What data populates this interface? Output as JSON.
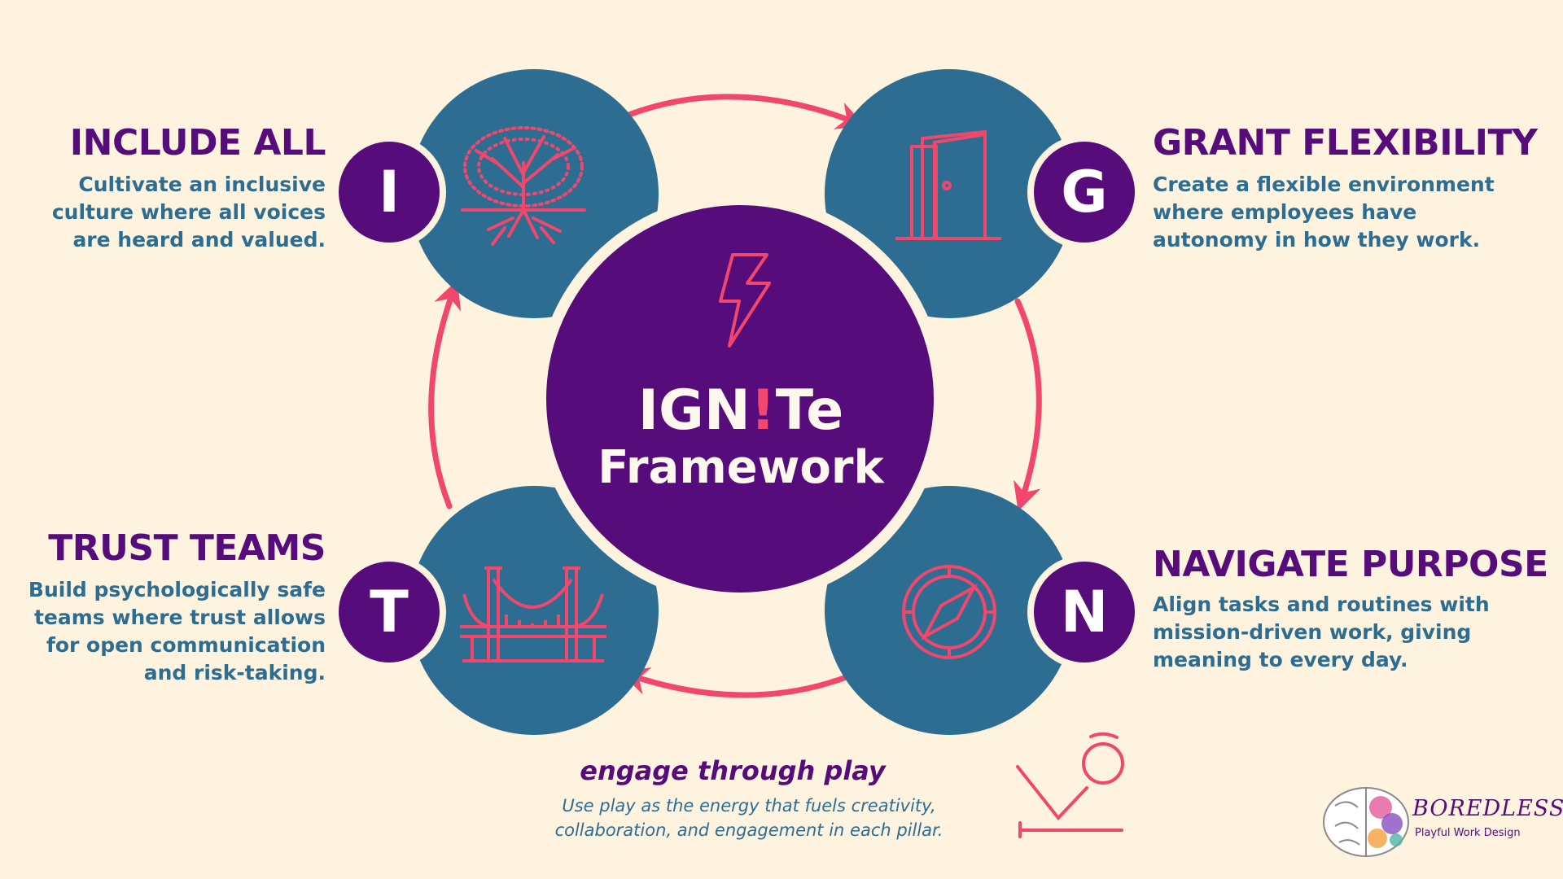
{
  "center": {
    "title_part1": "IGN",
    "title_bang": "!",
    "title_part2": "Te",
    "subtitle": "Framework"
  },
  "pillars": {
    "include": {
      "letter": "I",
      "title": "INCLUDE ALL",
      "desc": [
        "Cultivate an inclusive",
        "culture where all voices",
        "are heard and valued."
      ],
      "icon": "tree-icon"
    },
    "grant": {
      "letter": "G",
      "title": "GRANT FLEXIBILITY",
      "desc": [
        "Create a flexible environment",
        "where employees have",
        "autonomy in how they work."
      ],
      "icon": "door-icon"
    },
    "navigate": {
      "letter": "N",
      "title": "NAVIGATE PURPOSE",
      "desc": [
        "Align tasks and routines with",
        "mission-driven work, giving",
        "meaning to every day."
      ],
      "icon": "compass-icon"
    },
    "trust": {
      "letter": "T",
      "title": "TRUST TEAMS",
      "desc": [
        "Build psychologically safe",
        "teams where trust allows",
        "for open communication",
        "and risk-taking."
      ],
      "icon": "bridge-icon"
    }
  },
  "footer": {
    "title": "engage through play",
    "desc": [
      "Use play as the energy that fuels creativity,",
      "collaboration, and engagement in each pillar."
    ],
    "icon": "bouncing-ball-icon"
  },
  "brand": {
    "name": "BOREDLESS",
    "tagline": "Playful Work Design",
    "icon": "brain-icon"
  },
  "colors": {
    "background": "#fdf3de",
    "purple": "#560c7a",
    "teal": "#2e6d92",
    "pink": "#f2476c",
    "cream": "#fff8ee"
  }
}
